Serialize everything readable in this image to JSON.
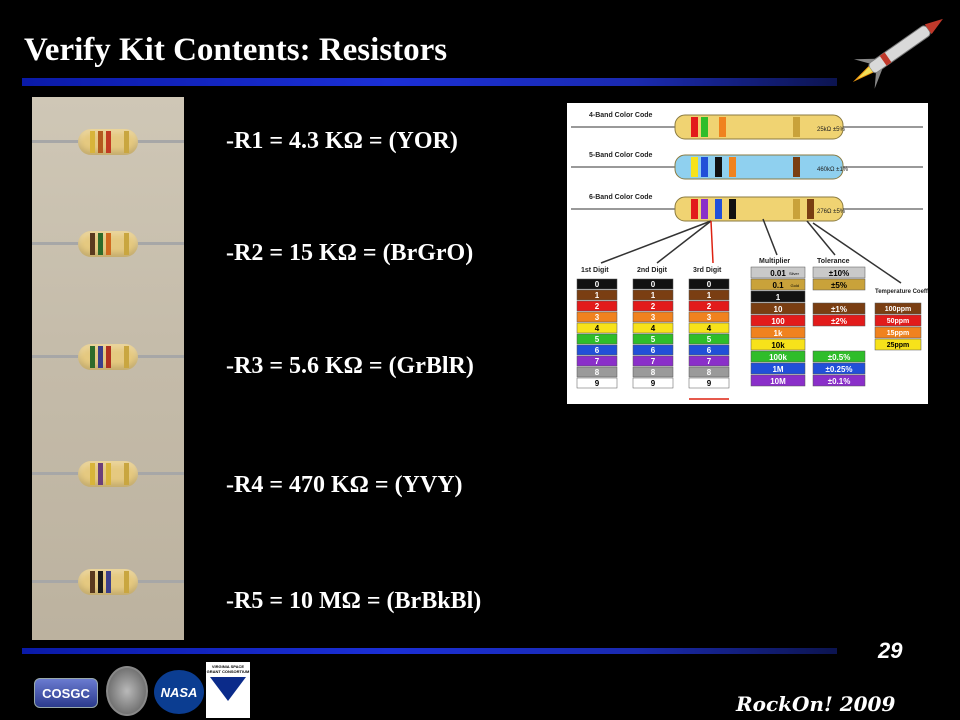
{
  "slide": {
    "title": "Verify Kit Contents: Resistors",
    "page_number": "29",
    "footer_brand": "RockOn! 2009"
  },
  "resistor_list": [
    {
      "label": "-R1 = 4.3 KΩ = (YOR)"
    },
    {
      "label": "-R2 = 15 KΩ = (BrGrO)"
    },
    {
      "label": "-R3 = 5.6 KΩ = (GrBlR)"
    },
    {
      "label": "-R4 = 470 KΩ = (YVY)"
    },
    {
      "label": "-R5 = 10 MΩ = (BrBkBl)"
    }
  ],
  "photo_resistors": [
    {
      "bands": [
        "#d8b43a",
        "#b35a1e",
        "#c23a22",
        "#c9a640"
      ]
    },
    {
      "bands": [
        "#5a3a1e",
        "#2e6b2a",
        "#d06a1e",
        "#c9a640"
      ]
    },
    {
      "bands": [
        "#2e6b2a",
        "#3b3f8a",
        "#b0301e",
        "#c9a640"
      ]
    },
    {
      "bands": [
        "#d8b43a",
        "#6b3f7a",
        "#d8b43a",
        "#c9a640"
      ]
    },
    {
      "bands": [
        "#5a3a1e",
        "#1a1a1a",
        "#3b3f8a",
        "#c9a640"
      ]
    }
  ],
  "color_code_chart": {
    "band_rows": [
      {
        "label": "4-Band Color Code",
        "value": "25kΩ ±5%"
      },
      {
        "label": "5-Band Color Code",
        "value": "460kΩ ±1%"
      },
      {
        "label": "6-Band Color Code",
        "value": "276Ω ±5%"
      }
    ],
    "columns": {
      "first": "1st Digit",
      "second": "2nd Digit",
      "third": "3rd Digit",
      "multiplier": "Multiplier",
      "tolerance": "Tolerance",
      "tempco": "Temperature Coefficient"
    },
    "digits": [
      "0",
      "1",
      "2",
      "3",
      "4",
      "5",
      "6",
      "7",
      "8",
      "9"
    ],
    "multipliers": [
      "0.01",
      "0.1",
      "1",
      "10",
      "100",
      "1k",
      "10k",
      "100k",
      "1M",
      "10M"
    ],
    "multiplier_tags": {
      "silver": "Silver",
      "gold": "Gold"
    },
    "tolerances": [
      "±10%",
      "±5%",
      "±1%",
      "±2%",
      "±0.5%",
      "±0.25%",
      "±0.1%"
    ],
    "tempcos": [
      "100ppm",
      "50ppm",
      "15ppm",
      "25ppm"
    ]
  },
  "logos": {
    "cosgc": "COSGC",
    "nasa": "NASA",
    "vsgc": "VIRGINIA SPACE GRANT CONSORTIUM"
  }
}
